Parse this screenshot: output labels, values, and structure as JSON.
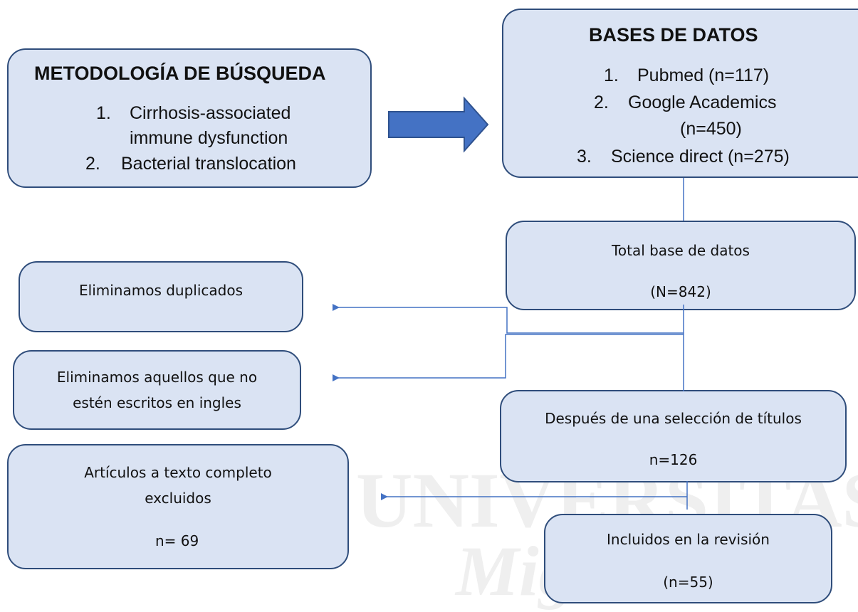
{
  "watermark": {
    "line1": "UNIVERSITAS",
    "line2": "Miguel"
  },
  "search_box": {
    "title": "METODOLOGÍA DE BÚSQUEDA",
    "items": [
      {
        "num": "1.",
        "lines": [
          "Cirrhosis-associated",
          "immune dysfunction"
        ]
      },
      {
        "num": "2.",
        "lines": [
          "Bacterial translocation"
        ]
      }
    ]
  },
  "databases_box": {
    "title": "BASES DE DATOS",
    "items": [
      {
        "num": "1.",
        "lines": [
          "Pubmed (n=117)"
        ]
      },
      {
        "num": "2.",
        "lines": [
          "Google Academics",
          "(n=450)"
        ]
      },
      {
        "num": "3.",
        "lines": [
          "Science direct (n=275)"
        ]
      }
    ]
  },
  "total_box": {
    "label": "Total base de datos",
    "count": "(N=842)"
  },
  "duplicates_box": {
    "label": "Eliminamos duplicados"
  },
  "language_box": {
    "line1": "Eliminamos aquellos que no",
    "line2": "estén escritos en ingles"
  },
  "titles_box": {
    "label": "Después de una selección de títulos",
    "count": "n=126"
  },
  "fulltext_box": {
    "line1": "Artículos a texto completo",
    "line2": "excluidos",
    "count": "n= 69"
  },
  "included_box": {
    "label": "Incluidos en la revisión",
    "count": "(n=55)"
  },
  "colors": {
    "box_fill": "#dae3f3",
    "box_border": "#2f4d7b",
    "arrow": "#4472c4",
    "line": "#4472c4"
  }
}
